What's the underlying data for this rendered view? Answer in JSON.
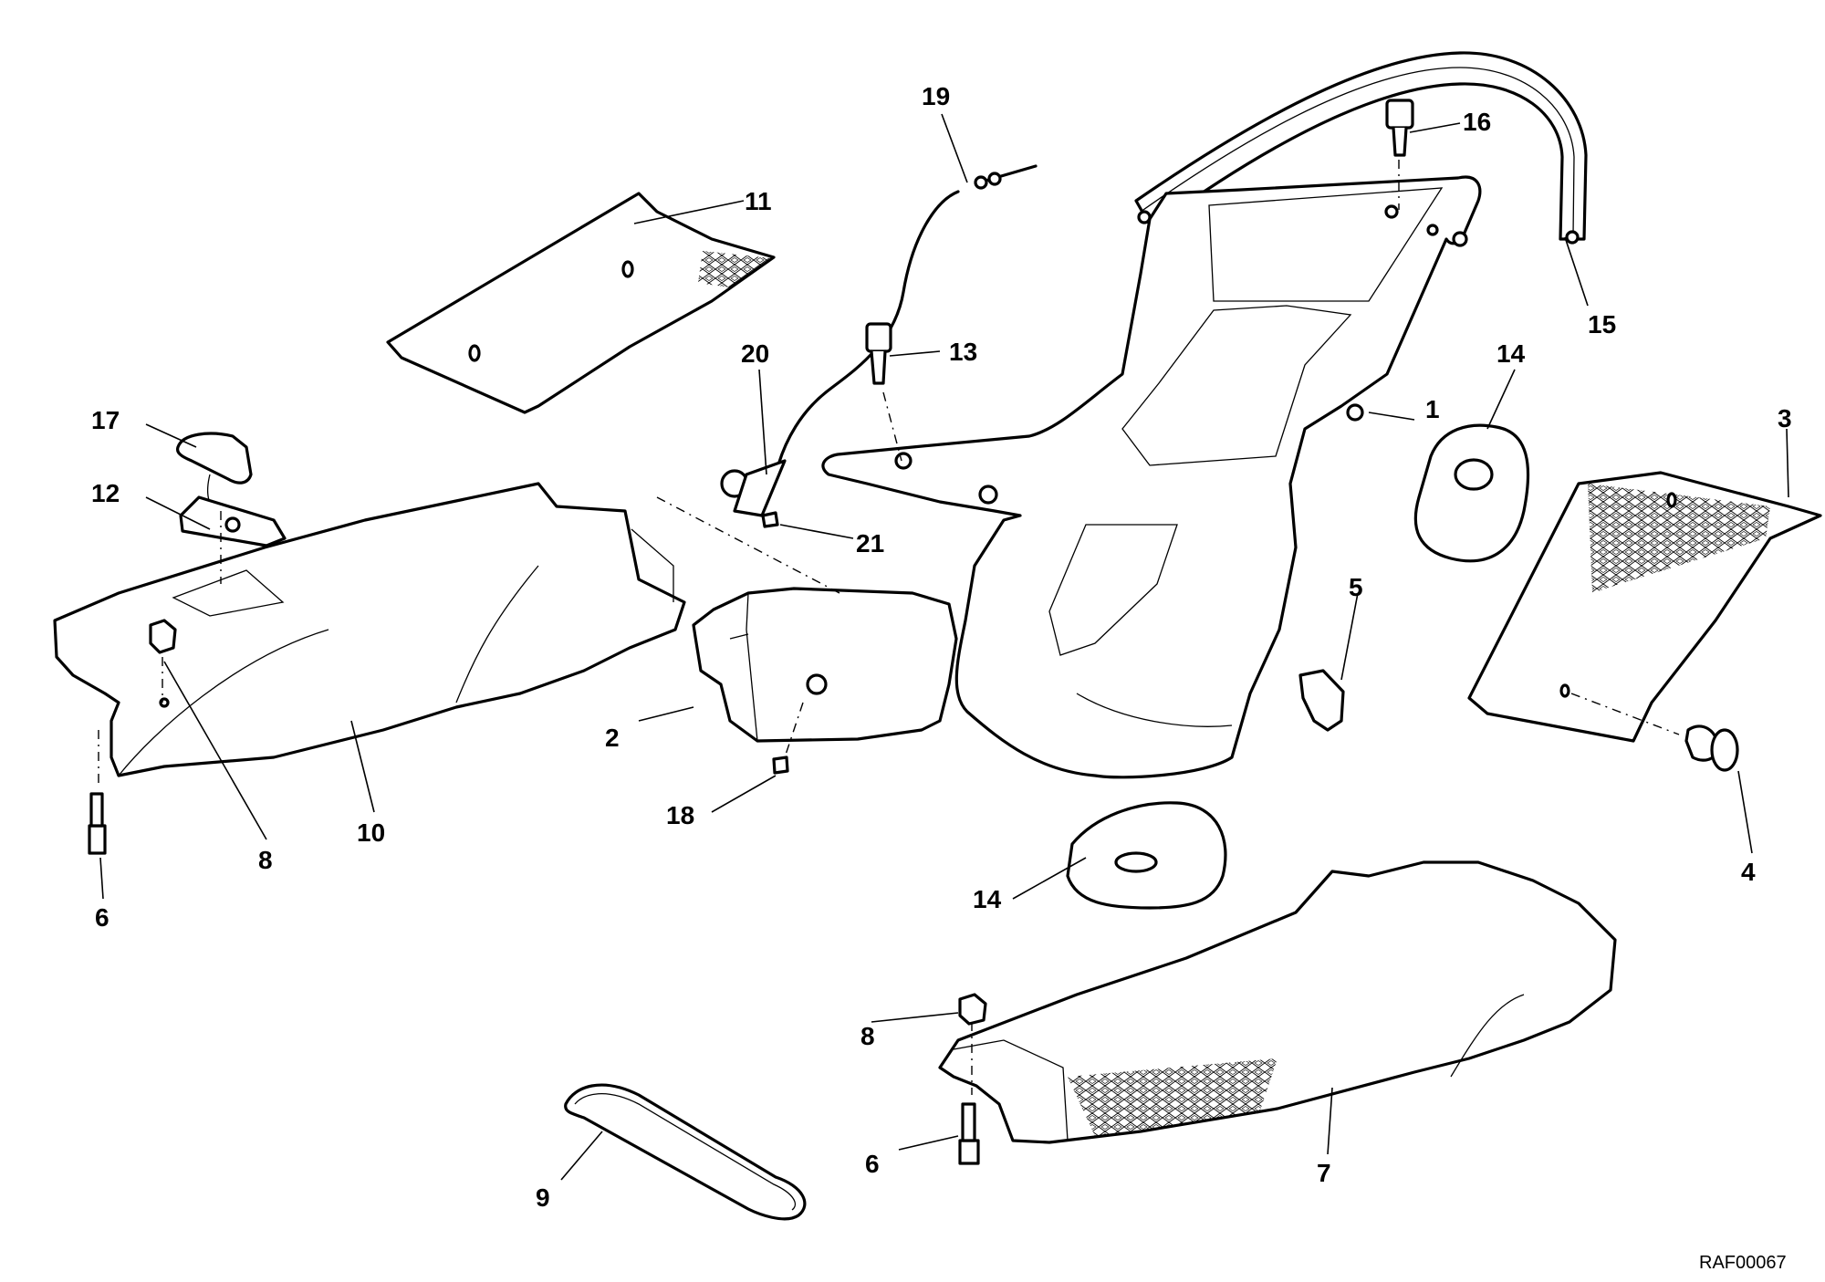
{
  "drawing_code": "RAF00067",
  "callouts": [
    "1",
    "2",
    "3",
    "4",
    "5",
    "6",
    "7",
    "8",
    "9",
    "10",
    "11",
    "12",
    "13",
    "14",
    "15",
    "16",
    "17",
    "18",
    "19",
    "20",
    "21"
  ],
  "callout_labels": {
    "c1": "1",
    "c2": "2",
    "c3": "3",
    "c4": "4",
    "c5": "5",
    "c6a": "6",
    "c6b": "6",
    "c7": "7",
    "c8a": "8",
    "c8b": "8",
    "c9": "9",
    "c10": "10",
    "c11": "11",
    "c12": "12",
    "c13": "13",
    "c14a": "14",
    "c14b": "14",
    "c15": "15",
    "c16": "16",
    "c17": "17",
    "c18": "18",
    "c19": "19",
    "c20": "20",
    "c21": "21"
  }
}
